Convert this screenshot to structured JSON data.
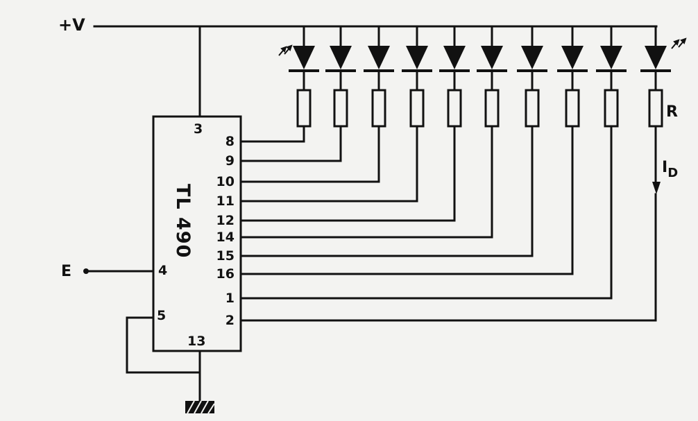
{
  "diagram": {
    "supply_label": "+V",
    "input_label": "E",
    "resistor_label": "R",
    "current_label": "I",
    "current_subscript": "D",
    "ic": {
      "name": "TL 490",
      "pins": {
        "supply": "3",
        "input": "4",
        "ref": "5",
        "ground": "13",
        "outputs": [
          "8",
          "9",
          "10",
          "11",
          "12",
          "14",
          "15",
          "16",
          "1",
          "2"
        ]
      }
    },
    "led_count": 10
  }
}
